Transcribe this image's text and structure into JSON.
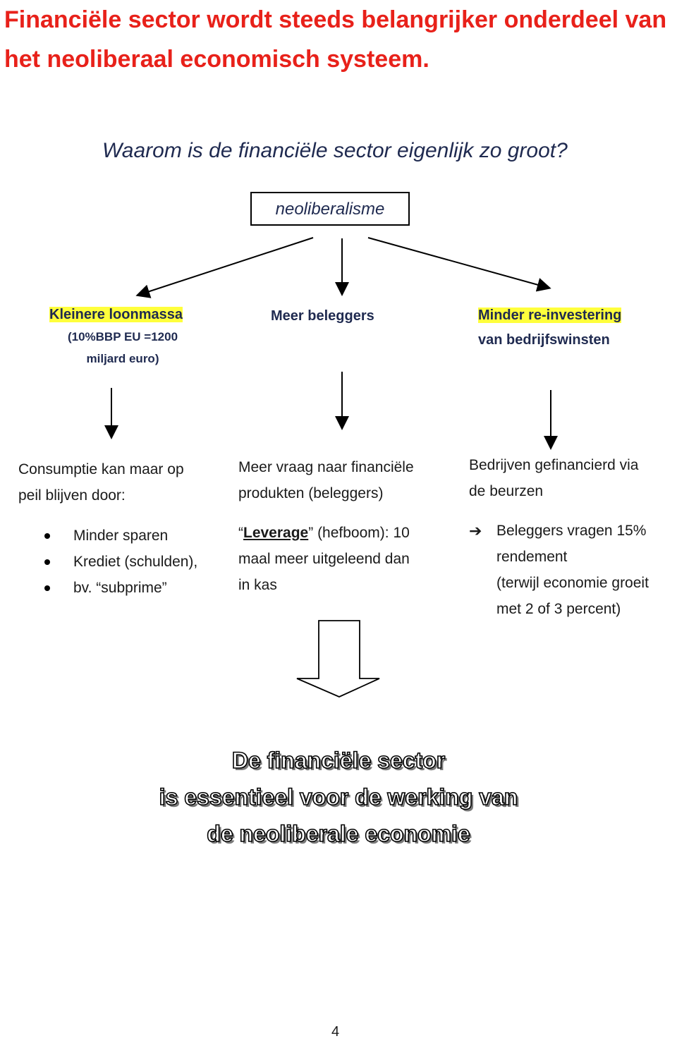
{
  "title": "Financiële sector wordt steeds belangrijker onderdeel van het neoliberaal economisch systeem.",
  "subtitle": "Waarom is de financiële sector eigenlijk zo groot?",
  "root": "neoliberalisme",
  "branches": [
    {
      "heading": "Kleinere loonmassa",
      "sub": [
        "(10%BBP EU =1200",
        "miljard euro)"
      ]
    },
    {
      "heading": "Meer beleggers"
    },
    {
      "heading_highlight": "Minder re-investering",
      "heading_rest": "van bedrijfswinsten"
    }
  ],
  "columns": [
    {
      "lines": [
        "Consumptie kan maar op",
        "peil blijven door:"
      ],
      "bullets": [
        "Minder sparen",
        "Krediet (schulden),",
        "bv. “subprime”"
      ]
    },
    {
      "lines": [
        "Meer vraag naar financiële",
        "produkten (beleggers)"
      ],
      "leverage": {
        "open_quote": "“",
        "term": "Leverage",
        "close_quote": "”",
        "rest": " (hefboom): 10"
      },
      "extra_lines": [
        "maal meer uitgeleend dan",
        "in kas"
      ]
    },
    {
      "lines": [
        "Bedrijven gefinancierd  via",
        "de beurzen"
      ],
      "arrow_symbol": "➔",
      "arrow_lines": [
        "Beleggers vragen 15%",
        "rendement",
        "(terwijl economie groeit",
        "met 2 of 3 percent)"
      ]
    }
  ],
  "conclusion": [
    "De financiële sector",
    "is essentieel voor de werking van",
    "de neoliberale economie"
  ],
  "page_number": "4",
  "colors": {
    "title": "#e8211a",
    "highlight": "#ffff3c",
    "navy": "#1f2a50"
  }
}
